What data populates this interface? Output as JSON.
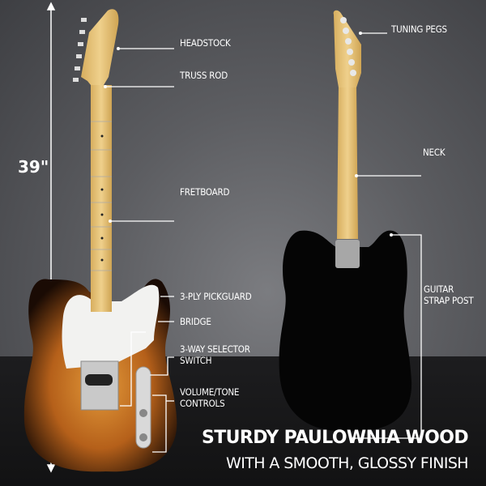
{
  "dimension": {
    "length": "39\""
  },
  "labels": {
    "headstock": "HEADSTOCK",
    "truss_rod": "TRUSS ROD",
    "fretboard": "FRETBOARD",
    "pickguard": "3-PLY PICKGUARD",
    "bridge": "BRIDGE",
    "selector_1": "3-WAY SELECTOR",
    "selector_2": "SWITCH",
    "controls_1": "VOLUME/TONE",
    "controls_2": "CONTROLS",
    "tuning_pegs": "TUNING PEGS",
    "neck": "NECK",
    "strap_1": "GUITAR",
    "strap_2": "STRAP POST"
  },
  "headline": {
    "line1": "STURDY PAULOWNIA WOOD",
    "line2": "WITH A SMOOTH, GLOSSY FINISH"
  },
  "colors": {
    "sunburst": "#c9741f",
    "maple": "#e6c27a",
    "black_body": "#050505"
  }
}
